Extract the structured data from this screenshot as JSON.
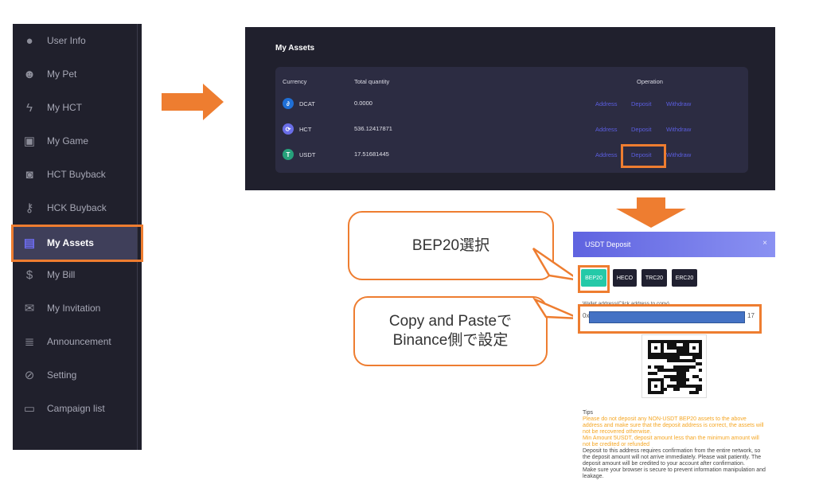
{
  "sidebar": {
    "items": [
      {
        "label": "User Info",
        "icon": "user-icon"
      },
      {
        "label": "My Pet",
        "icon": "pet-icon"
      },
      {
        "label": "My HCT",
        "icon": "bolt-icon"
      },
      {
        "label": "My Game",
        "icon": "gamepad-icon"
      },
      {
        "label": "HCT Buyback",
        "icon": "buyback-icon"
      },
      {
        "label": "HCK Buyback",
        "icon": "key-icon"
      },
      {
        "label": "My Assets",
        "icon": "assets-icon",
        "active": true
      },
      {
        "label": "My Bill",
        "icon": "money-bag-icon"
      },
      {
        "label": "My Invitation",
        "icon": "invitation-icon"
      },
      {
        "label": "Announcement",
        "icon": "announcement-icon"
      },
      {
        "label": "Setting",
        "icon": "setting-icon"
      },
      {
        "label": "Campaign list",
        "icon": "campaign-icon"
      }
    ]
  },
  "assets": {
    "title": "My Assets",
    "headers": {
      "currency": "Currency",
      "quantity": "Total quantity",
      "operation": "Operation"
    },
    "rows": [
      {
        "currency": "DCAT",
        "quantity": "0.0000",
        "color": "#1f6fd6",
        "glyph": "∂"
      },
      {
        "currency": "HCT",
        "quantity": "536.12417871",
        "color": "#6a6ee8",
        "glyph": "⟳"
      },
      {
        "currency": "USDT",
        "quantity": "17.51681445",
        "color": "#26a17b",
        "glyph": "T"
      }
    ],
    "ops": {
      "address": "Address",
      "deposit": "Deposit",
      "withdraw": "Withdraw"
    }
  },
  "callouts": {
    "bep20": "BEP20選択",
    "copy_line1": "Copy and Pasteで",
    "copy_line2": "Binance側で設定"
  },
  "modal": {
    "title": "USDT Deposit",
    "close": "×",
    "networks": [
      "BEP20",
      "HECO",
      "TRC20",
      "ERC20"
    ],
    "wallet_label": "Wallet address(Click address to copy)",
    "address_prefix": "0x",
    "address_suffix": "17",
    "tips_title": "Tips",
    "warn1": "Please do not deposit any NON-USDT BEP20 assets to the above address and make sure that the deposit address is correct, the assets will not be recovered otherwise.",
    "warn2": "Min Amount 5USDT, deposit amount less than the minimum amount will not be credited or refunded",
    "tip1": "Deposit to this address requires confirmation from the entire network, so the deposit amount will not arrive immediately. Please wait patiently. The deposit amount will be credited to your account after confirmation.",
    "tip2": "Make sure your browser is secure to prevent information manipulation and leakage."
  },
  "colors": {
    "accent": "#ee7d30",
    "selected_network": "#25c9a8",
    "link": "#5b5ee0"
  }
}
